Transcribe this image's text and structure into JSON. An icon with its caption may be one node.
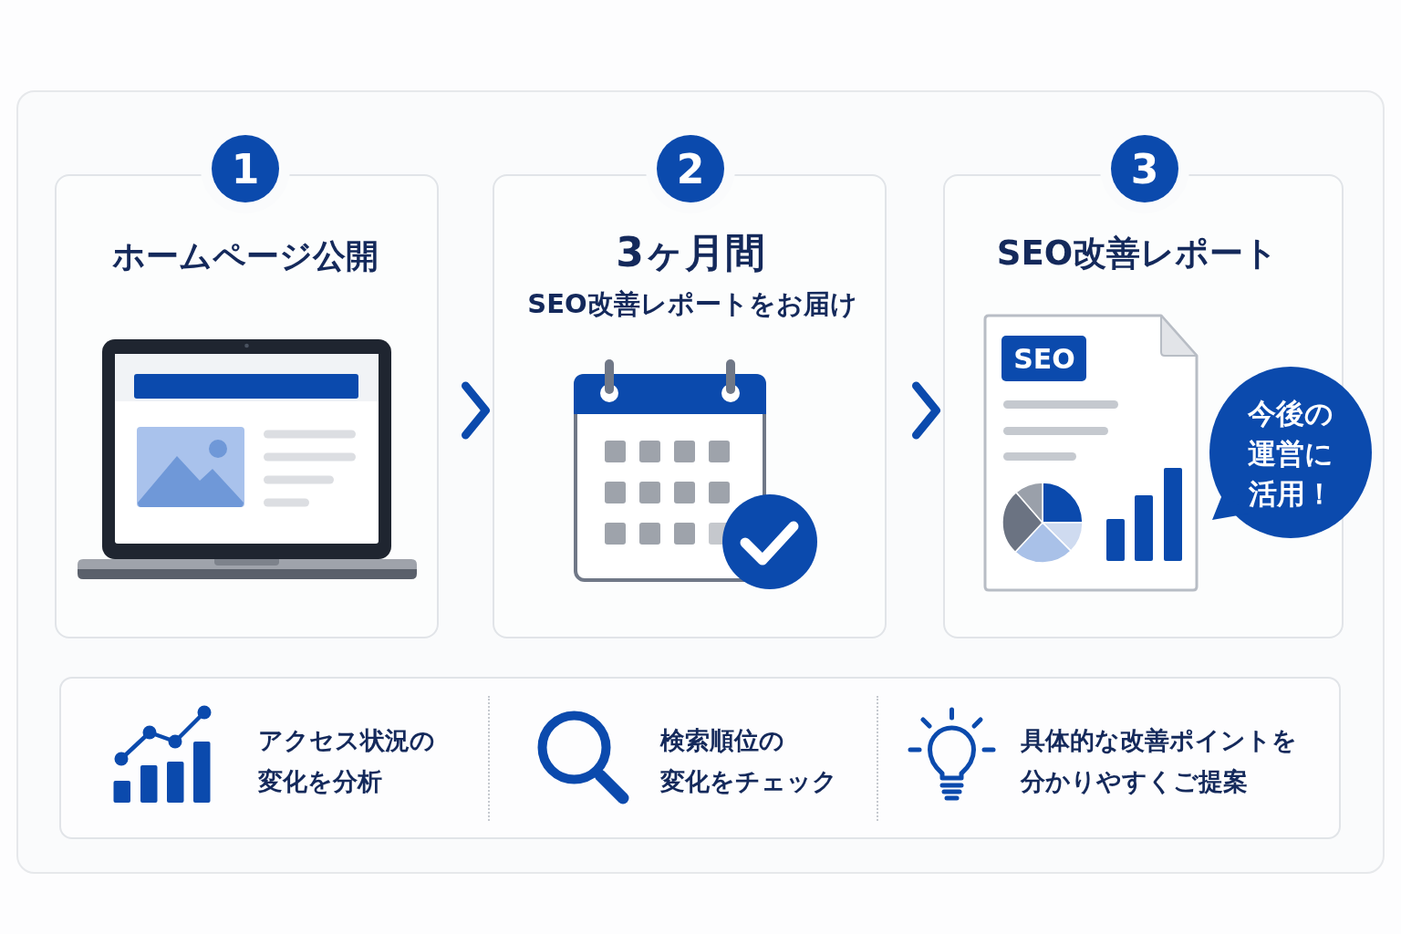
{
  "diagram": {
    "nodes": [
      {
        "text": [
          "1"
        ]
      },
      {
        "text": [
          "ホームページ公開"
        ]
      },
      {
        "text": [
          "2"
        ]
      },
      {
        "text": [
          "3ヶ月間",
          "SEO改善レポートをお届け"
        ]
      },
      {
        "text": [
          "3"
        ]
      },
      {
        "text": [
          "SEO改善レポート"
        ]
      },
      {
        "text": [
          "SEO"
        ],
        "in": 5
      },
      {
        "text": [
          "今後の運営に活用！"
        ]
      },
      {
        "text": [
          "アクセス状況の変化を分析",
          "検索順位の変化をチェック",
          "具体的な改善ポイントを分かりやすくご提案"
        ]
      }
    ],
    "edges": [
      {
        "from": 1,
        "to": 3,
        "arrow": "to"
      },
      {
        "from": 3,
        "to": 5,
        "arrow": "to"
      }
    ]
  }
}
